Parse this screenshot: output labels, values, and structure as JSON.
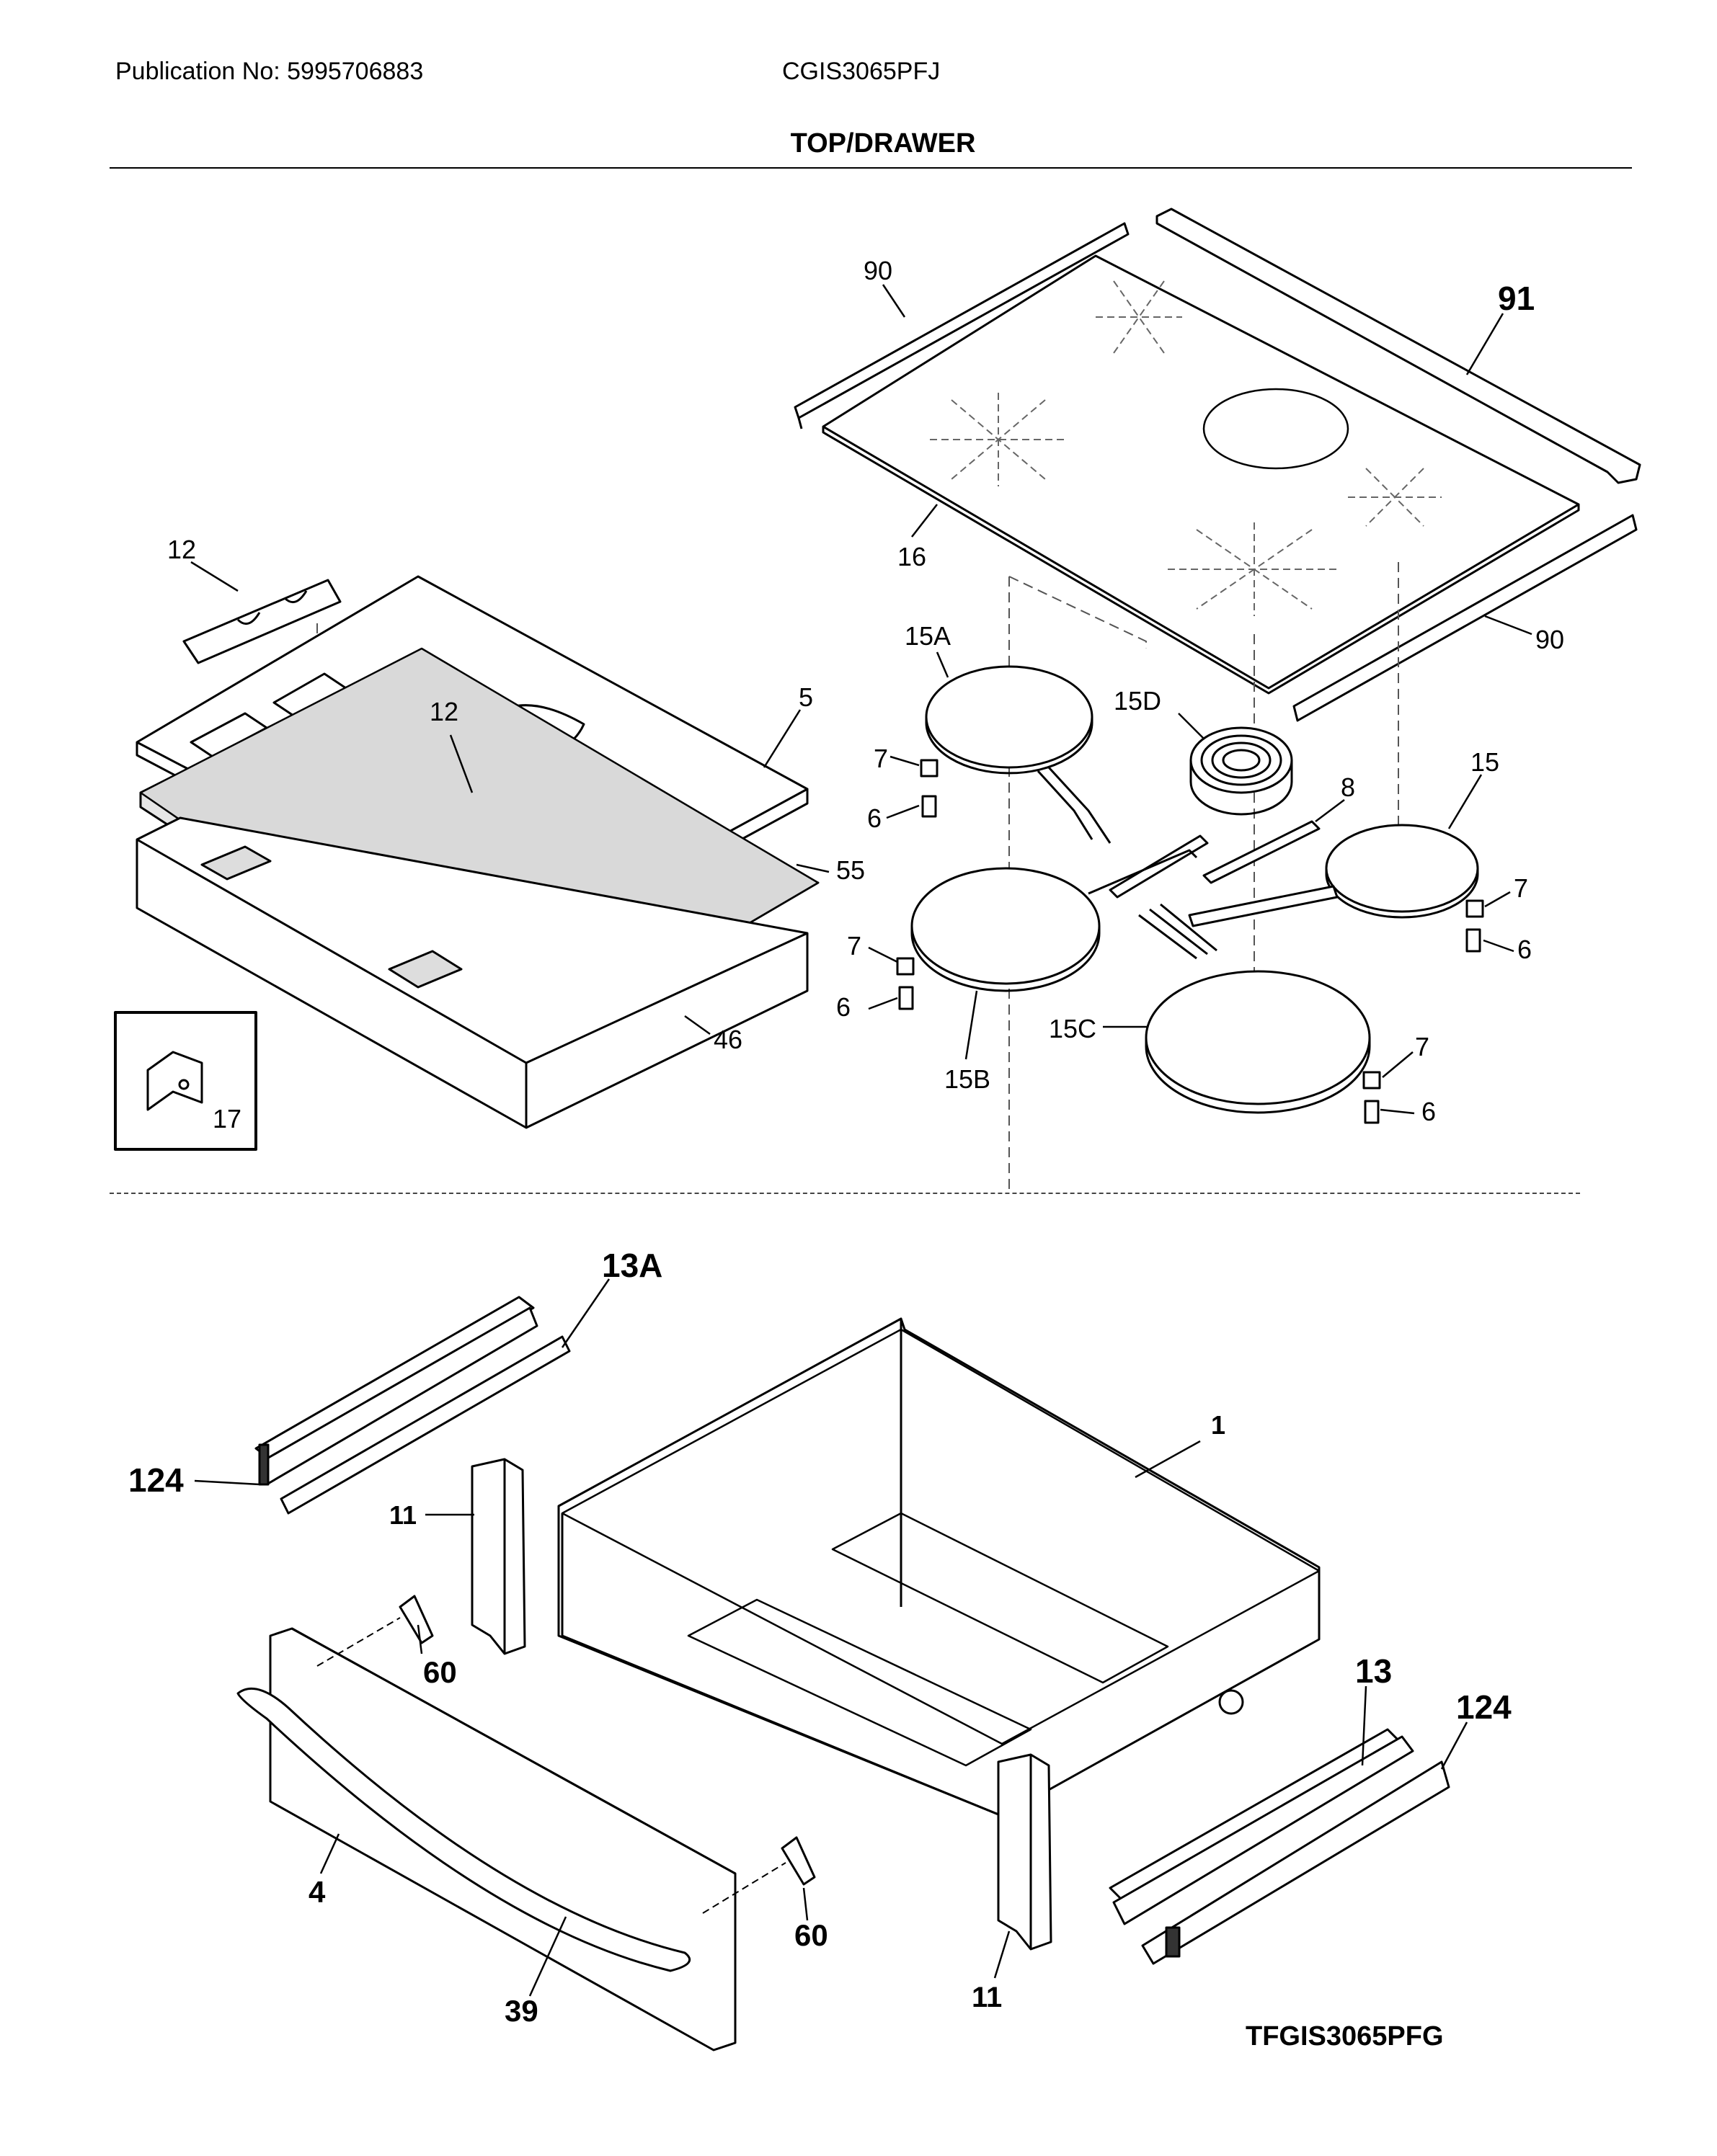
{
  "header": {
    "publication": "Publication No: 5995706883",
    "model": "CGIS3065PFJ",
    "section_title": "TOP/DRAWER"
  },
  "footer": {
    "code": "TFGIS3065PFG"
  },
  "callouts": {
    "top": {
      "c90a": "90",
      "c91": "91",
      "c16": "16",
      "c90b": "90",
      "c12a": "12",
      "c12b": "12",
      "c5": "5",
      "c55": "55",
      "c46": "46",
      "c17": "17",
      "c15A": "15A",
      "c15D": "15D",
      "c8": "8",
      "c15": "15",
      "c7a": "7",
      "c6a": "6",
      "c7b": "7",
      "c6b": "6",
      "c15B": "15B",
      "c15C": "15C",
      "c7c": "7",
      "c6c": "6",
      "c7d": "7",
      "c6d": "6"
    },
    "drawer": {
      "c13A": "13A",
      "c124a": "124",
      "c11a": "11",
      "c1": "1",
      "c60a": "60",
      "c13": "13",
      "c124b": "124",
      "c4": "4",
      "c60b": "60",
      "c39": "39",
      "c11b": "11"
    }
  }
}
